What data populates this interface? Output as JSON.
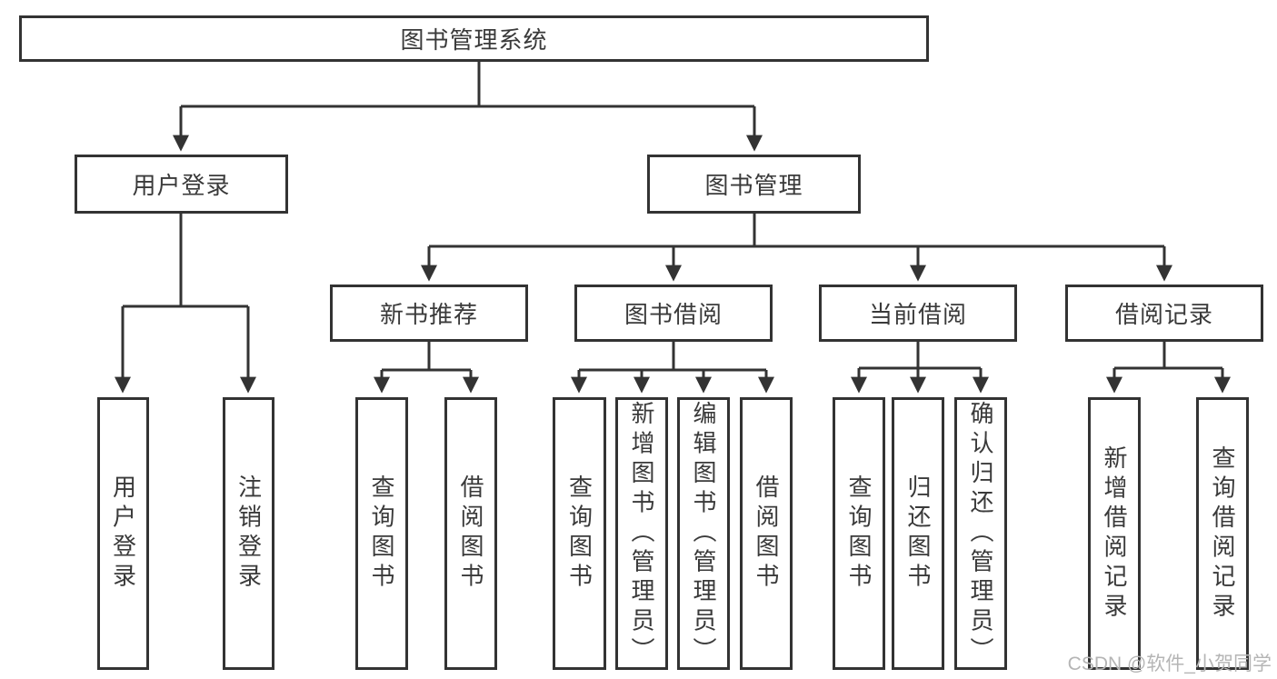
{
  "diagram": {
    "root": {
      "label": "图书管理系统"
    },
    "branches": [
      {
        "label": "用户登录",
        "leaves": [
          {
            "label": "用户登录"
          },
          {
            "label": "注销登录"
          }
        ]
      },
      {
        "label": "图书管理",
        "sections": [
          {
            "label": "新书推荐",
            "leaves": [
              {
                "label": "查询图书"
              },
              {
                "label": "借阅图书"
              }
            ]
          },
          {
            "label": "图书借阅",
            "leaves": [
              {
                "label": "查询图书"
              },
              {
                "label": "新增图书（管理员）"
              },
              {
                "label": "编辑图书（管理员）"
              },
              {
                "label": "借阅图书"
              }
            ]
          },
          {
            "label": "当前借阅",
            "leaves": [
              {
                "label": "查询图书"
              },
              {
                "label": "归还图书"
              },
              {
                "label": "确认归还（管理员）"
              }
            ]
          },
          {
            "label": "借阅记录",
            "leaves": [
              {
                "label": "新增借阅记录"
              },
              {
                "label": "查询借阅记录"
              }
            ]
          }
        ]
      }
    ]
  },
  "watermark": "CSDN @软件_小贺同学",
  "colors": {
    "line": "#333333",
    "text": "#3a3a3a",
    "background": "#ffffff",
    "watermark": "#b5b5b5"
  }
}
